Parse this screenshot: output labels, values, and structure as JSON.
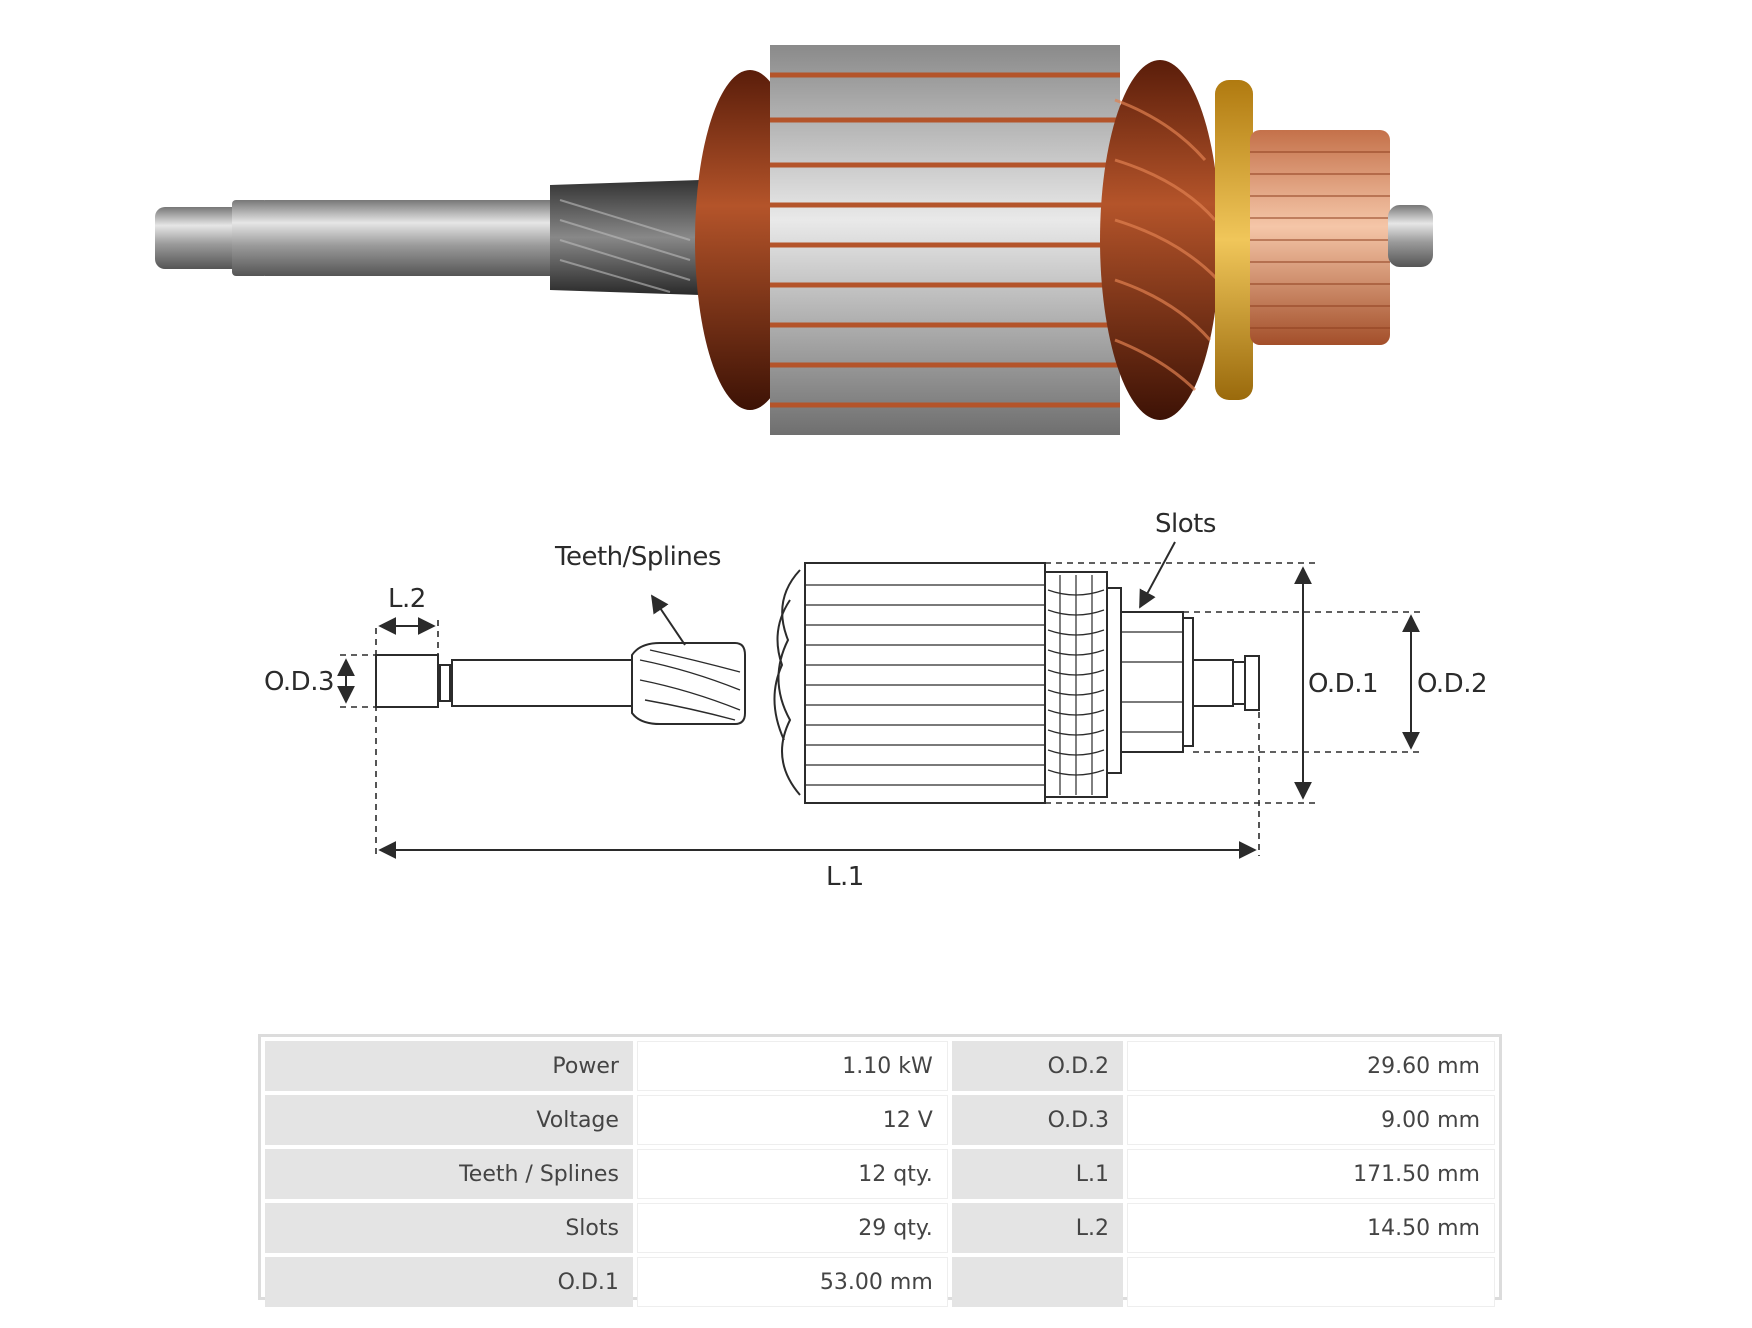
{
  "diagram": {
    "callouts": {
      "teeth_splines": "Teeth/Splines",
      "slots": "Slots",
      "l2": "L.2",
      "od3": "O.D.3",
      "od1": "O.D.1",
      "od2": "O.D.2",
      "l1": "L.1"
    }
  },
  "colors": {
    "copper": "#b4542a",
    "steel": "#c7c7c7",
    "commutator": "#e8a57c",
    "insulator": "#e5b23a",
    "line": "#2b2b2b",
    "table_label_bg": "#e4e4e4",
    "table_border": "#dcdcdc"
  },
  "specs": {
    "rows": [
      {
        "label1": "Power",
        "value1": "1.10 kW",
        "label2": "O.D.2",
        "value2": "29.60 mm"
      },
      {
        "label1": "Voltage",
        "value1": "12 V",
        "label2": "O.D.3",
        "value2": "9.00 mm"
      },
      {
        "label1": "Teeth / Splines",
        "value1": "12 qty.",
        "label2": "L.1",
        "value2": "171.50 mm"
      },
      {
        "label1": "Slots",
        "value1": "29 qty.",
        "label2": "L.2",
        "value2": "14.50 mm"
      },
      {
        "label1": "O.D.1",
        "value1": "53.00 mm",
        "label2": "",
        "value2": ""
      }
    ]
  }
}
